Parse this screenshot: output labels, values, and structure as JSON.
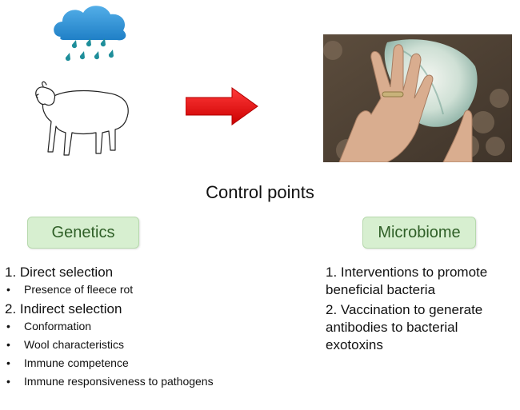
{
  "title": "Control points",
  "genetics": {
    "label": "Genetics",
    "items": [
      {
        "heading": "1. Direct selection",
        "bullets": [
          "Presence of fleece rot"
        ]
      },
      {
        "heading": "2. Indirect selection",
        "bullets": [
          "Conformation",
          "Wool characteristics",
          "Immune competence",
          "Immune responsiveness to pathogens"
        ]
      }
    ]
  },
  "microbiome": {
    "label": "Microbiome",
    "items": [
      "1. Interventions to promote beneficial bacteria",
      "2. Vaccination to generate antibodies to bacterial exotoxins"
    ]
  },
  "colors": {
    "arrow": "#ee1111",
    "cloud": "#2a8fd3",
    "rain": "#1e8e9a",
    "pill_fill": "#d7efd0",
    "pill_text": "#2f5f27"
  },
  "icons": [
    "rain-cloud-icon",
    "sheep-icon",
    "right-arrow-icon",
    "fleece-rot-photo"
  ]
}
